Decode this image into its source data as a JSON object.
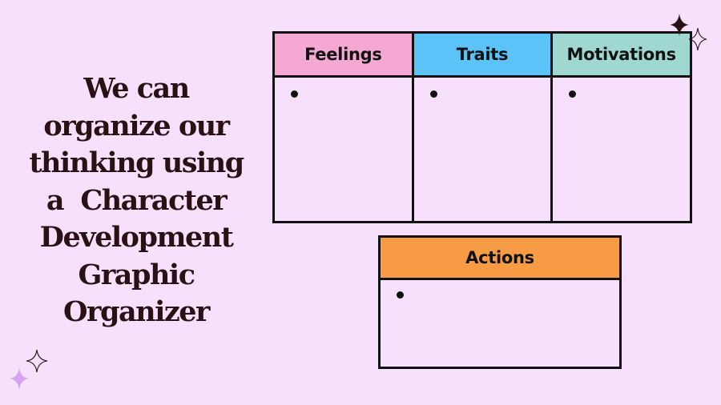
{
  "heading": {
    "lines": [
      "We can",
      "organize our",
      "thinking using",
      "a  Character",
      "Development",
      "Graphic",
      "Organizer"
    ]
  },
  "organizer": {
    "columns": [
      {
        "label": "Feelings",
        "color": "#f4a8d3",
        "bullet": "•"
      },
      {
        "label": "Traits",
        "color": "#5bc3f7",
        "bullet": "•"
      },
      {
        "label": "Motivations",
        "color": "#9ed8d0",
        "bullet": "•"
      }
    ],
    "bottom": {
      "label": "Actions",
      "color": "#f79b45",
      "bullet": "•"
    }
  },
  "colors": {
    "background": "#f7e0fb",
    "heading_text": "#2b1114",
    "border": "#111111",
    "sparkle_dark": "#2b1114",
    "sparkle_light": "#d7a3ef"
  },
  "icons": [
    "sparkle-icon"
  ]
}
